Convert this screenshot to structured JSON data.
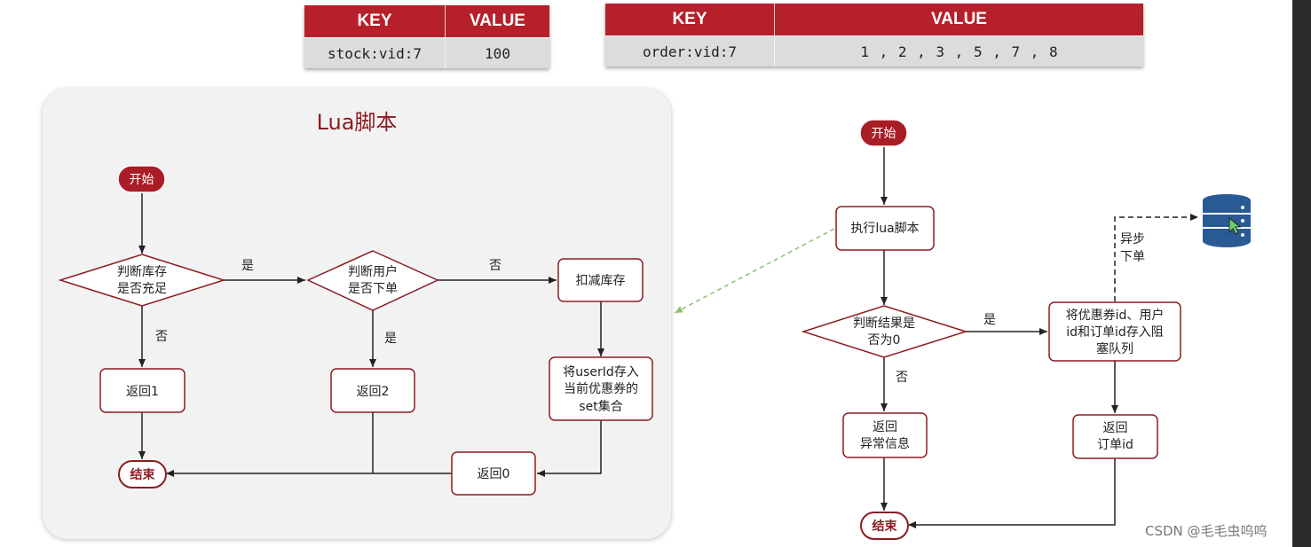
{
  "stock_table": {
    "key_header": "KEY",
    "value_header": "VALUE",
    "key": "stock:vid:7",
    "value": "100"
  },
  "order_table": {
    "key_header": "KEY",
    "value_header": "VALUE",
    "key": "order:vid:7",
    "value": "1 , 2 , 3 , 5 , 7 , 8"
  },
  "lua_panel": {
    "title": "Lua脚本",
    "start": "开始",
    "check_stock": [
      "判断库存",
      "是否充足"
    ],
    "check_user": [
      "判断用户",
      "是否下单"
    ],
    "deduct": "扣减库存",
    "save_user": [
      "将userId存入",
      "当前优惠券的",
      "set集合"
    ],
    "return1": "返回1",
    "return2": "返回2",
    "return0": "返回0",
    "end": "结束",
    "yes1": "是",
    "no1": "否",
    "no2": "否",
    "yes2": "是"
  },
  "main_flow": {
    "start": "开始",
    "exec_lua": "执行lua脚本",
    "check_result": [
      "判断结果是",
      "否为0"
    ],
    "yes": "是",
    "no": "否",
    "enqueue": [
      "将优惠券id、用户",
      "id和订单id存入阻",
      "塞队列"
    ],
    "return_error": [
      "返回",
      "异常信息"
    ],
    "return_order": [
      "返回",
      "订单id"
    ],
    "end": "结束",
    "async_label": [
      "异步",
      "下单"
    ]
  },
  "icons": {
    "database": "database-icon",
    "cursor": "cursor-icon"
  },
  "colors": {
    "accent_red": "#b5202a",
    "node_border": "#8b1c21",
    "panel_bg": "#f2f2f2",
    "dashed_link": "#8dc26f"
  },
  "watermark": "CSDN @毛毛虫呜呜"
}
